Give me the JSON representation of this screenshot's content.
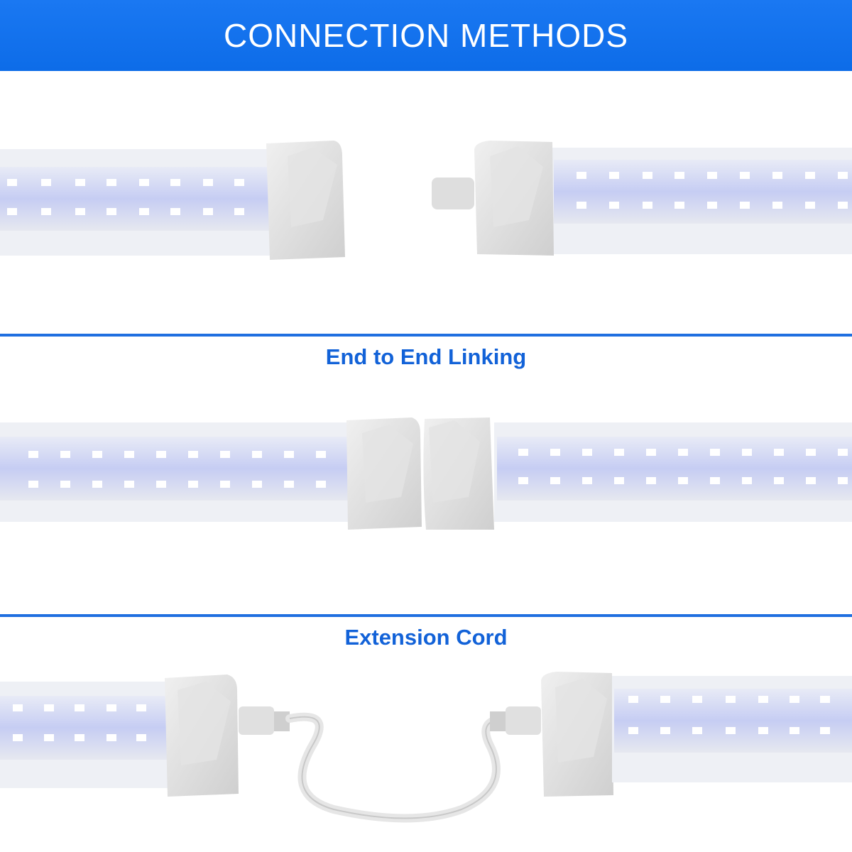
{
  "banner": {
    "title": "CONNECTION METHODS"
  },
  "sections": [
    {
      "label": "End to End Linking"
    },
    {
      "label": "Extension Cord"
    }
  ],
  "colors": {
    "banner": "#0d6ce8",
    "label_text": "#1262d8",
    "divider": "#1f6fe0",
    "tube_glow": "#c9d0f4",
    "endcap": "#dcdcdc",
    "led": "#ffffff"
  }
}
